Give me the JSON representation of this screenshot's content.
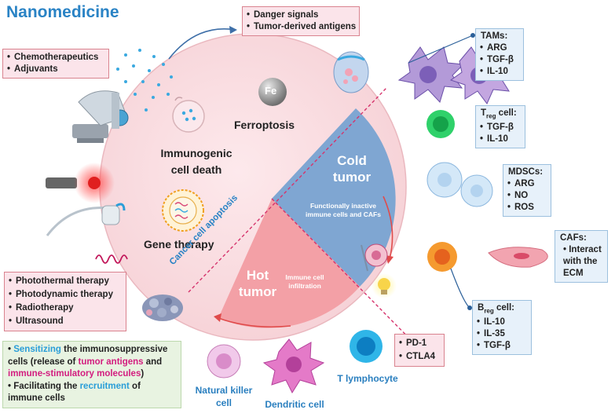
{
  "figure": {
    "title": "Nanomedicine",
    "colors": {
      "title": "#2a83c5",
      "pink": "#f7d7dc",
      "cold": "#7fa6d2",
      "hot": "#f3a0a6",
      "accent": "#d31d7f",
      "cyan": "#2a9ed8"
    }
  },
  "drugs_box": {
    "items": [
      "Chemotherapeutics",
      "Adjuvants"
    ]
  },
  "signals_box": {
    "items": [
      "Danger signals",
      "Tumor-derived antigens"
    ]
  },
  "circle": {
    "fe_label": "Fe",
    "ferroptosis": "Ferroptosis",
    "icd_line1": "Immunogenic",
    "icd_line2": "cell death",
    "gene_therapy": "Gene therapy",
    "apoptosis": "Cancer cell apoptosis",
    "cold_line1": "Cold",
    "cold_line2": "tumor",
    "cold_desc1": "Functionally inactive",
    "cold_desc2": "immune cells and CAFs",
    "hot_line1": "Hot",
    "hot_line2": "tumor",
    "hot_desc1": "Immune cell",
    "hot_desc2": "infiltration"
  },
  "therapy_box": {
    "items": [
      "Photothermal therapy",
      "Photodynamic therapy",
      "Radiotherapy",
      "Ultrasound"
    ]
  },
  "summary_box": {
    "line1_strong": "Sensitizing",
    "line1_rest": " the immunosuppressive",
    "line2_a": "cells  (release of ",
    "line2_b": "tumor antigens",
    "line2_c": " and",
    "line3_a": "immune-stimulatory molecules",
    "line3_b": ")",
    "line4_a": "Facilitating the ",
    "line4_b": "recruitment",
    "line4_c": " of",
    "line5": "immune cells"
  },
  "tams": {
    "title": "TAMs:",
    "items": [
      "ARG",
      "TGF-β",
      "IL-10"
    ]
  },
  "treg": {
    "title_main": "T",
    "title_sub": "reg",
    "title_rest": " cell:",
    "items": [
      "TGF-β",
      "IL-10"
    ]
  },
  "mdscs": {
    "title": "MDSCs:",
    "items": [
      "ARG",
      "NO",
      "ROS"
    ]
  },
  "cafs": {
    "title": "CAFs:",
    "item_line1": "Interact",
    "item_line2": "with the",
    "item_line3": "ECM"
  },
  "breg": {
    "title_main": "B",
    "title_sub": "reg",
    "title_rest": " cell:",
    "items": [
      "IL-10",
      "IL-35",
      "TGF-β"
    ]
  },
  "checkpoint": {
    "items": [
      "PD-1",
      "CTLA4"
    ]
  },
  "cell_labels": {
    "nk_line1": "Natural killer",
    "nk_line2": "cell",
    "dendritic": "Dendritic cell",
    "t_lymph": "T lymphocyte"
  }
}
